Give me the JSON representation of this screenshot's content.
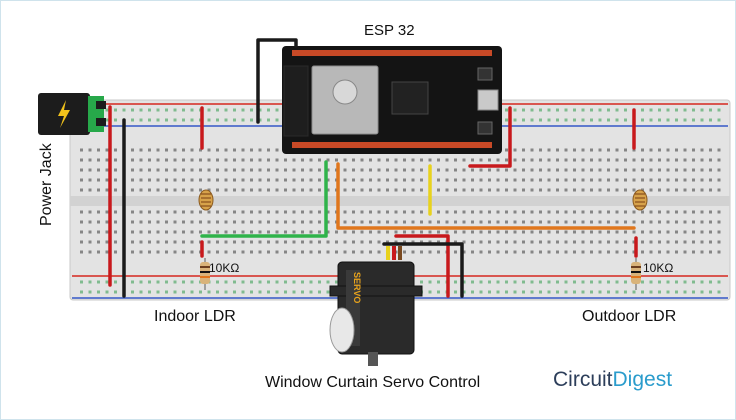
{
  "title": "ESP 32",
  "labels": {
    "power_jack": "Power Jack",
    "indoor_ldr": "Indoor LDR",
    "outdoor_ldr": "Outdoor LDR",
    "resistor_left": "10KΩ",
    "resistor_right": "10KΩ",
    "servo_caption": "Window Curtain Servo Control"
  },
  "brand": {
    "part1": "Circuit",
    "part2": "Digest"
  },
  "servo_label": "SERVO",
  "colors": {
    "rail_red": "#d6281f",
    "rail_blue": "#3457c8",
    "wire_red": "#c8191c",
    "wire_black": "#1a1a1a",
    "wire_green": "#2fb34a",
    "wire_orange": "#e0761c",
    "wire_yellow": "#e8d21c",
    "board": "#141414",
    "brand_dark": "#2c3e5a",
    "brand_blue": "#2a9ccc"
  }
}
